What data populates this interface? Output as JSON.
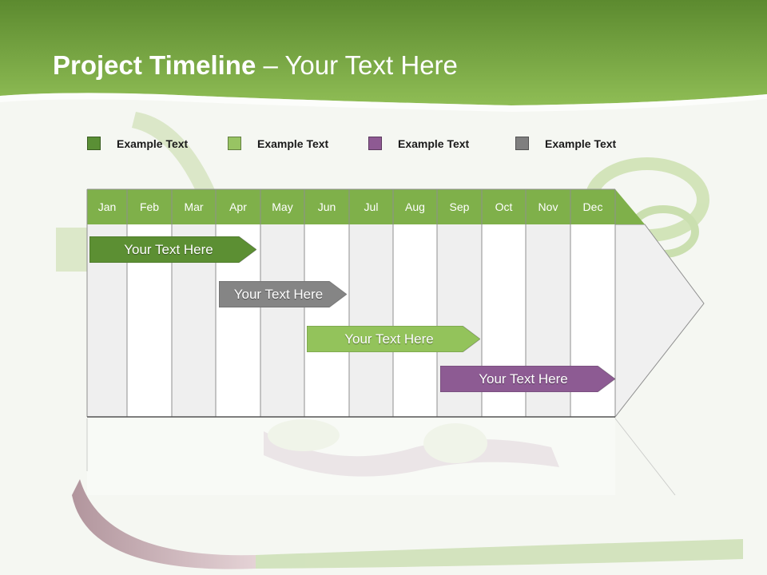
{
  "slide": {
    "title_bold": "Project Timeline",
    "title_rest": " – Your Text Here"
  },
  "legend": [
    {
      "label": "Example Text",
      "color": "#5a8f35"
    },
    {
      "label": "Example Text",
      "color": "#98c463"
    },
    {
      "label": "Example Text",
      "color": "#8e5a93"
    },
    {
      "label": "Example Text",
      "color": "#7f7f7f"
    }
  ],
  "months": [
    "Jan",
    "Feb",
    "Mar",
    "Apr",
    "May",
    "Jun",
    "Jul",
    "Aug",
    "Sep",
    "Oct",
    "Nov",
    "Dec"
  ],
  "tasks": [
    {
      "label": "Your  Text Here",
      "color": "#5c8f33",
      "start_month": "Jan",
      "end_month": "Apr"
    },
    {
      "label": "Your  Text Here",
      "color": "#858585",
      "start_month": "Apr",
      "end_month": "Jun"
    },
    {
      "label": "Your  Text Here",
      "color": "#93c35b",
      "start_month": "Jun",
      "end_month": "Sep"
    },
    {
      "label": "Your  Text Here",
      "color": "#8d5b93",
      "start_month": "Sep",
      "end_month": "Dec"
    }
  ],
  "colors": {
    "header_green": "#7fb04a",
    "grid_line": "#8f8f8f",
    "column_shade": "#efefef",
    "column_light": "#ffffff"
  }
}
